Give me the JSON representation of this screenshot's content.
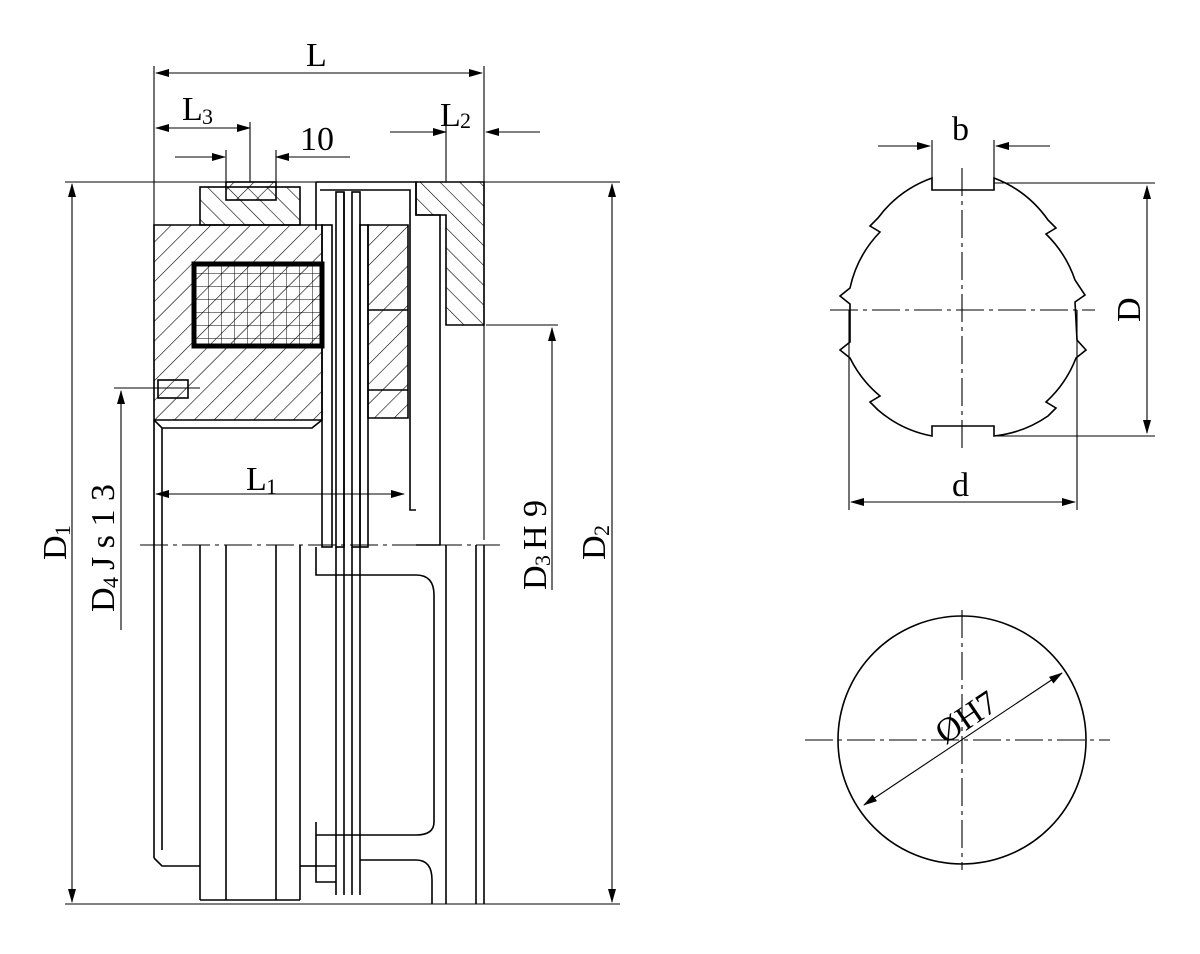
{
  "labels": {
    "L": "L",
    "L3": "L",
    "L3_sub": "3",
    "ten": "10",
    "L2": "L",
    "L2_sub": "2",
    "L1": "L",
    "L1_sub": "1",
    "D1": "D",
    "D1_sub": "1",
    "D2": "D",
    "D2_sub": "2",
    "D4": "D",
    "D4_sub": "4",
    "D4_tol": "J s 1 3",
    "D3": "D",
    "D3_sub": "3",
    "D3_tol": "H 9",
    "b": "b",
    "D": "D",
    "d": "d",
    "phiH7": "ØH7"
  }
}
